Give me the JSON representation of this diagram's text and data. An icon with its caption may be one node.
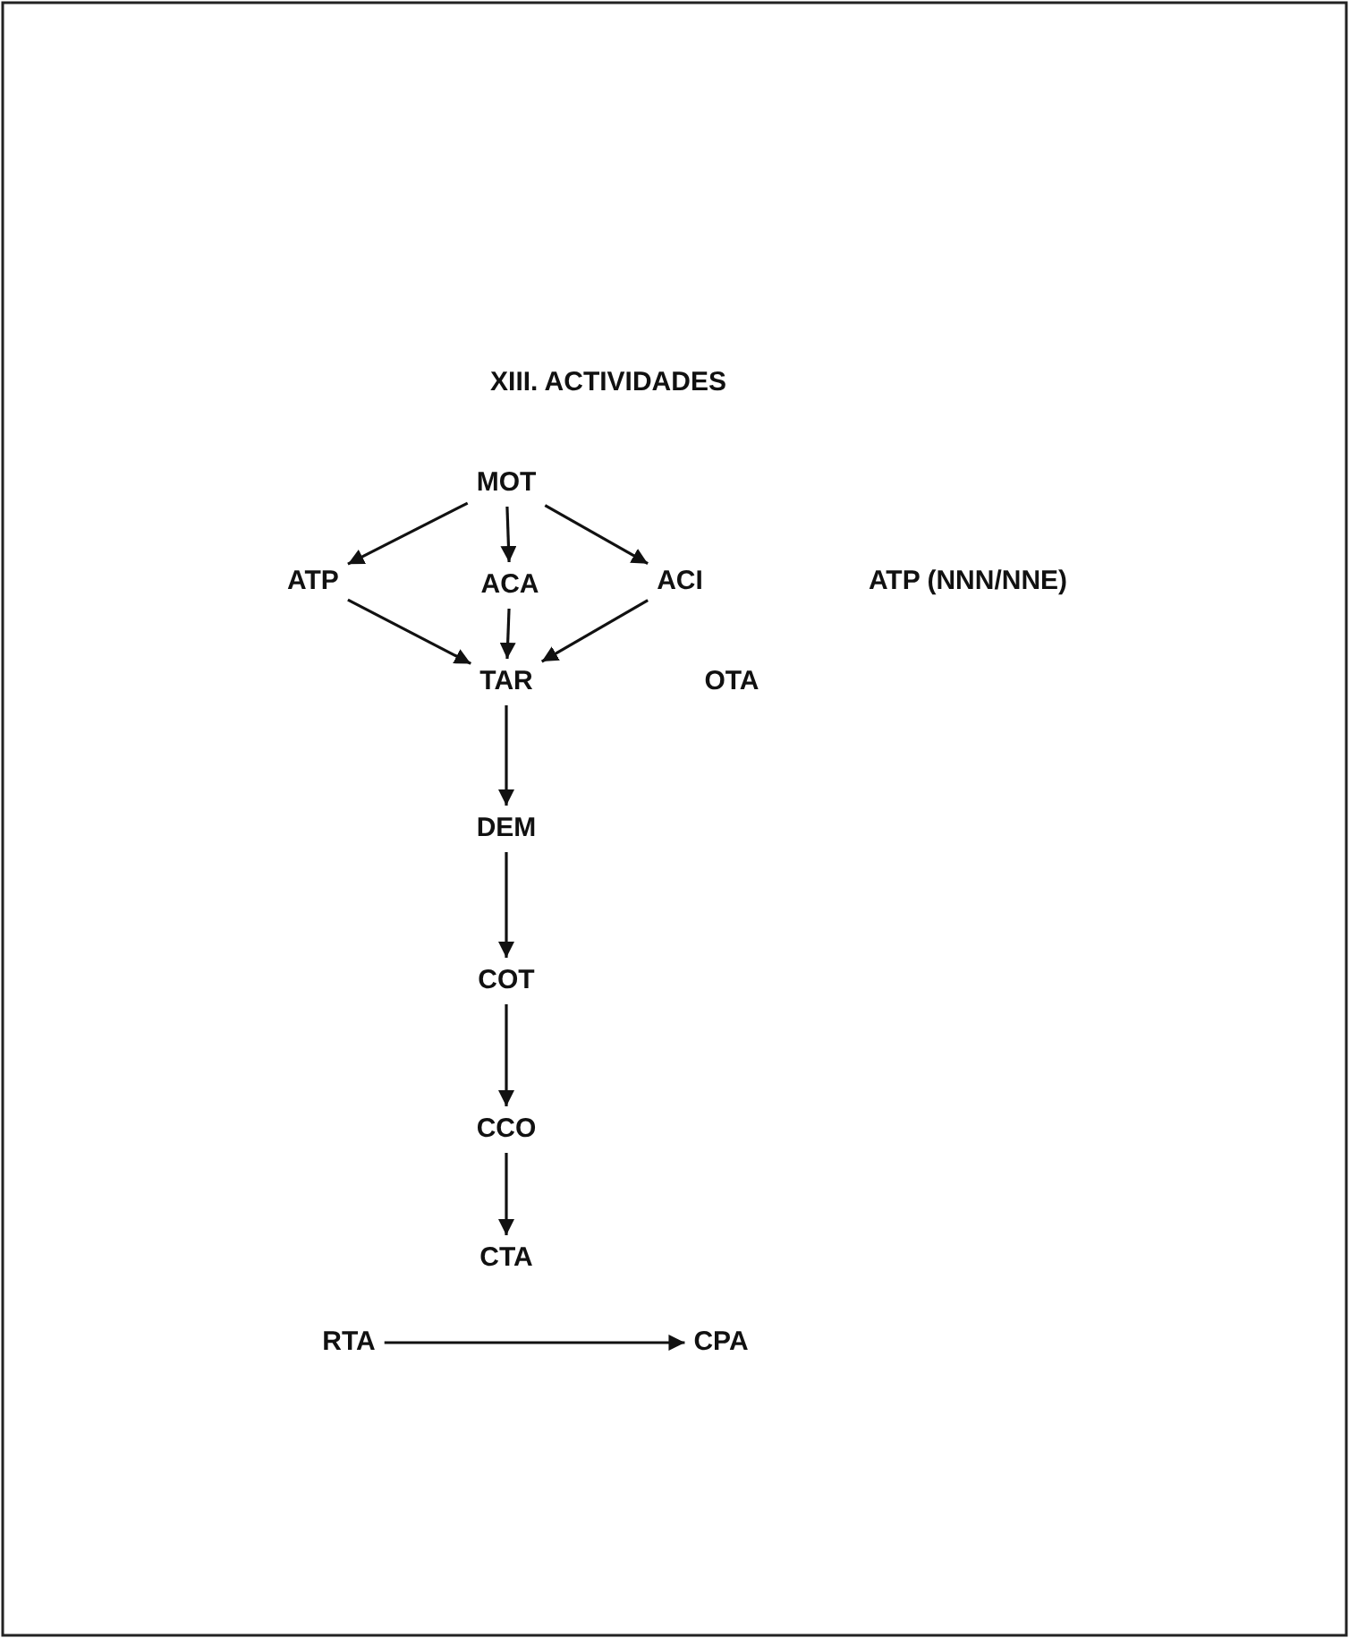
{
  "diagram": {
    "title": "XIII. ACTIVIDADES",
    "nodes": [
      {
        "text": [
          "MOT"
        ]
      },
      {
        "text": [
          "ATP"
        ]
      },
      {
        "text": [
          "ACA"
        ]
      },
      {
        "text": [
          "ACI"
        ]
      },
      {
        "text": [
          "TAR"
        ]
      },
      {
        "text": [
          "DEM"
        ]
      },
      {
        "text": [
          "COT"
        ]
      },
      {
        "text": [
          "CCO"
        ]
      },
      {
        "text": [
          "CTA"
        ]
      },
      {
        "text": [
          "RTA"
        ]
      },
      {
        "text": [
          "CPA"
        ]
      }
    ],
    "edges": [
      {
        "from": 0,
        "to": 1,
        "arrow": "to"
      },
      {
        "from": 0,
        "to": 2,
        "arrow": "to"
      },
      {
        "from": 0,
        "to": 3,
        "arrow": "to"
      },
      {
        "from": 1,
        "to": 4,
        "arrow": "to"
      },
      {
        "from": 2,
        "to": 4,
        "arrow": "to"
      },
      {
        "from": 3,
        "to": 4,
        "arrow": "to"
      },
      {
        "from": 4,
        "to": 5,
        "arrow": "to"
      },
      {
        "from": 5,
        "to": 6,
        "arrow": "to"
      },
      {
        "from": 6,
        "to": 7,
        "arrow": "to"
      },
      {
        "from": 7,
        "to": 8,
        "arrow": "to"
      },
      {
        "from": 9,
        "to": 10,
        "arrow": "to"
      }
    ],
    "labels": [
      "ATP (NNN/NNE)",
      "OTA"
    ]
  }
}
